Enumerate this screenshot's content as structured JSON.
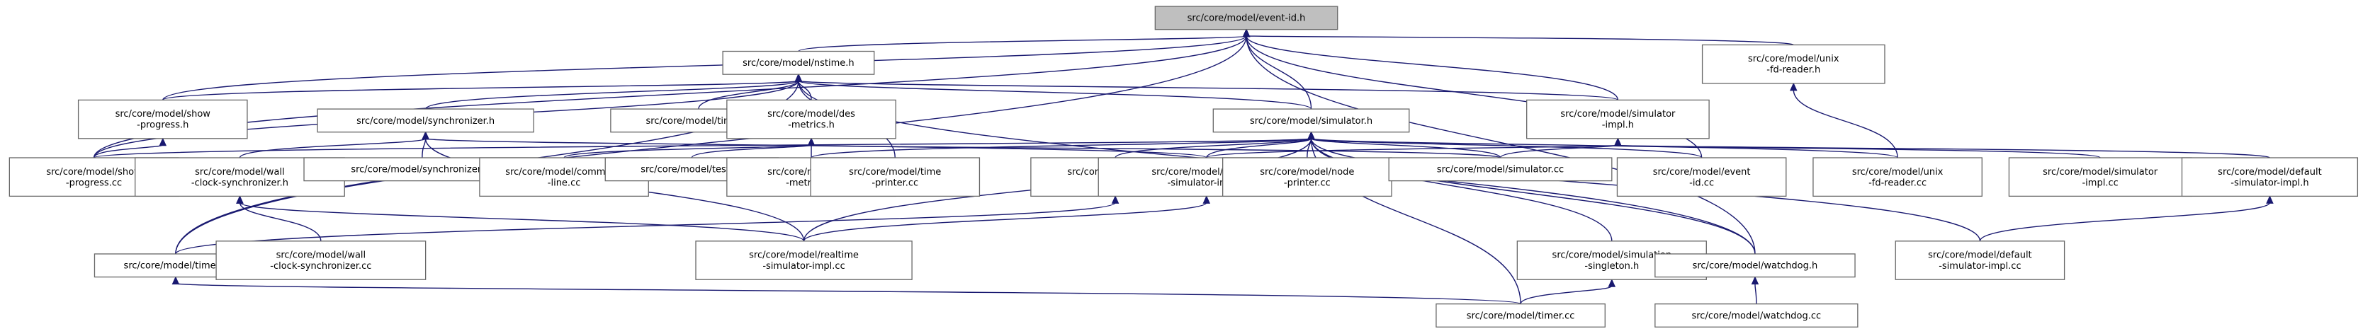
{
  "colors": {
    "edge": "#191970",
    "node_border": "#666666",
    "root_fill": "#bfbfbf",
    "node_fill": "#ffffff"
  },
  "nodes": {
    "event_id_h": {
      "lines": [
        "src/core/model/event-id.h"
      ],
      "root": true
    },
    "nstime_h": {
      "lines": [
        "src/core/model/nstime.h"
      ]
    },
    "unix_fd_reader_h": {
      "lines": [
        "src/core/model/unix",
        "-fd-reader.h"
      ]
    },
    "show_progress_h": {
      "lines": [
        "src/core/model/show",
        "-progress.h"
      ]
    },
    "synchronizer_h": {
      "lines": [
        "src/core/model/synchronizer.h"
      ]
    },
    "time_cc": {
      "lines": [
        "src/core/model/time.cc"
      ]
    },
    "des_metrics_h": {
      "lines": [
        "src/core/model/des",
        "-metrics.h"
      ]
    },
    "simulator_h": {
      "lines": [
        "src/core/model/simulator.h"
      ]
    },
    "simulator_impl_h": {
      "lines": [
        "src/core/model/simulator",
        "-impl.h"
      ]
    },
    "show_progress_cc": {
      "lines": [
        "src/core/model/show",
        "-progress.cc"
      ]
    },
    "wall_clock_sync_h": {
      "lines": [
        "src/core/model/wall",
        "-clock-synchronizer.h"
      ]
    },
    "synchronizer_cc": {
      "lines": [
        "src/core/model/synchronizer.cc"
      ]
    },
    "command_line_cc": {
      "lines": [
        "src/core/model/command",
        "-line.cc"
      ]
    },
    "test_cc": {
      "lines": [
        "src/core/model/test.cc"
      ]
    },
    "des_metrics_cc": {
      "lines": [
        "src/core/model/des",
        "-metrics.cc"
      ]
    },
    "time_printer_cc": {
      "lines": [
        "src/core/model/time",
        "-printer.cc"
      ]
    },
    "timer_impl_h": {
      "lines": [
        "src/core/model/timer",
        "-impl.h"
      ]
    },
    "realtime_sim_impl_h": {
      "lines": [
        "src/core/model/realtime",
        "-simulator-impl.h"
      ]
    },
    "node_printer_cc": {
      "lines": [
        "src/core/model/node",
        "-printer.cc"
      ]
    },
    "simulator_cc": {
      "lines": [
        "src/core/model/simulator.cc"
      ]
    },
    "event_id_cc": {
      "lines": [
        "src/core/model/event",
        "-id.cc"
      ]
    },
    "unix_fd_reader_cc": {
      "lines": [
        "src/core/model/unix",
        "-fd-reader.cc"
      ]
    },
    "simulator_impl_cc": {
      "lines": [
        "src/core/model/simulator",
        "-impl.cc"
      ]
    },
    "default_sim_impl_h": {
      "lines": [
        "src/core/model/default",
        "-simulator-impl.h"
      ]
    },
    "timer_h": {
      "lines": [
        "src/core/model/timer.h"
      ]
    },
    "wall_clock_sync_cc": {
      "lines": [
        "src/core/model/wall",
        "-clock-synchronizer.cc"
      ]
    },
    "realtime_sim_impl_cc": {
      "lines": [
        "src/core/model/realtime",
        "-simulator-impl.cc"
      ]
    },
    "sim_singleton_h": {
      "lines": [
        "src/core/model/simulation",
        "-singleton.h"
      ]
    },
    "watchdog_h": {
      "lines": [
        "src/core/model/watchdog.h"
      ]
    },
    "default_sim_impl_cc": {
      "lines": [
        "src/core/model/default",
        "-simulator-impl.cc"
      ]
    },
    "timer_cc": {
      "lines": [
        "src/core/model/timer.cc"
      ]
    },
    "watchdog_cc": {
      "lines": [
        "src/core/model/watchdog.cc"
      ]
    }
  },
  "edges": [
    [
      "nstime_h",
      "event_id_h"
    ],
    [
      "show_progress_h",
      "event_id_h"
    ],
    [
      "show_progress_cc",
      "event_id_h"
    ],
    [
      "timer_h",
      "event_id_h"
    ],
    [
      "simulator_h",
      "event_id_h"
    ],
    [
      "simulator_impl_h",
      "event_id_h"
    ],
    [
      "unix_fd_reader_h",
      "event_id_h"
    ],
    [
      "event_id_cc",
      "event_id_h"
    ],
    [
      "watchdog_h",
      "event_id_h"
    ],
    [
      "show_progress_h",
      "nstime_h"
    ],
    [
      "show_progress_cc",
      "nstime_h"
    ],
    [
      "synchronizer_h",
      "nstime_h"
    ],
    [
      "time_cc",
      "nstime_h"
    ],
    [
      "des_metrics_h",
      "nstime_h"
    ],
    [
      "simulator_h",
      "nstime_h"
    ],
    [
      "simulator_impl_h",
      "nstime_h"
    ],
    [
      "time_printer_cc",
      "nstime_h"
    ],
    [
      "timer_h",
      "nstime_h"
    ],
    [
      "watchdog_h",
      "nstime_h"
    ],
    [
      "unix_fd_reader_cc",
      "unix_fd_reader_h"
    ],
    [
      "show_progress_cc",
      "show_progress_h"
    ],
    [
      "wall_clock_sync_h",
      "synchronizer_h"
    ],
    [
      "synchronizer_cc",
      "synchronizer_h"
    ],
    [
      "realtime_sim_impl_h",
      "synchronizer_h"
    ],
    [
      "realtime_sim_impl_cc",
      "synchronizer_h"
    ],
    [
      "command_line_cc",
      "des_metrics_h"
    ],
    [
      "test_cc",
      "des_metrics_h"
    ],
    [
      "des_metrics_cc",
      "des_metrics_h"
    ],
    [
      "simulator_cc",
      "des_metrics_h"
    ],
    [
      "show_progress_cc",
      "simulator_h"
    ],
    [
      "des_metrics_cc",
      "simulator_h"
    ],
    [
      "timer_impl_h",
      "simulator_h"
    ],
    [
      "realtime_sim_impl_h",
      "simulator_h"
    ],
    [
      "node_printer_cc",
      "simulator_h"
    ],
    [
      "simulator_cc",
      "simulator_h"
    ],
    [
      "event_id_cc",
      "simulator_h"
    ],
    [
      "unix_fd_reader_cc",
      "simulator_h"
    ],
    [
      "sim_singleton_h",
      "simulator_h"
    ],
    [
      "watchdog_h",
      "simulator_h"
    ],
    [
      "timer_cc",
      "simulator_h"
    ],
    [
      "realtime_sim_impl_cc",
      "simulator_h"
    ],
    [
      "default_sim_impl_cc",
      "simulator_h"
    ],
    [
      "realtime_sim_impl_h",
      "simulator_impl_h"
    ],
    [
      "simulator_cc",
      "simulator_impl_h"
    ],
    [
      "simulator_impl_cc",
      "simulator_impl_h"
    ],
    [
      "default_sim_impl_h",
      "simulator_impl_h"
    ],
    [
      "wall_clock_sync_cc",
      "wall_clock_sync_h"
    ],
    [
      "realtime_sim_impl_cc",
      "wall_clock_sync_h"
    ],
    [
      "timer_h",
      "timer_impl_h"
    ],
    [
      "realtime_sim_impl_cc",
      "realtime_sim_impl_h"
    ],
    [
      "default_sim_impl_cc",
      "default_sim_impl_h"
    ],
    [
      "timer_cc",
      "timer_h"
    ],
    [
      "timer_cc",
      "sim_singleton_h"
    ],
    [
      "watchdog_cc",
      "watchdog_h"
    ]
  ]
}
